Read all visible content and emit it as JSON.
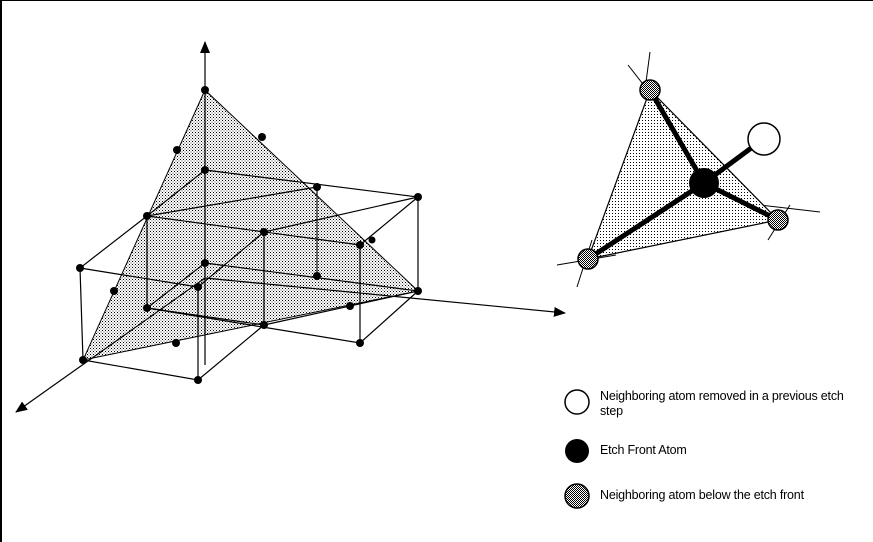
{
  "legend": {
    "removed_atom": "Neighboring atom removed in a previous etch step",
    "etch_front_atom": "Etch Front Atom",
    "below_atom": "Neighboring atom below the etch front"
  },
  "colors": {
    "line": "#000000",
    "plane_fill": "stipple-gray",
    "removed_atom": "#ffffff",
    "front_atom": "#000000",
    "below_atom": "#9a9a9a"
  }
}
